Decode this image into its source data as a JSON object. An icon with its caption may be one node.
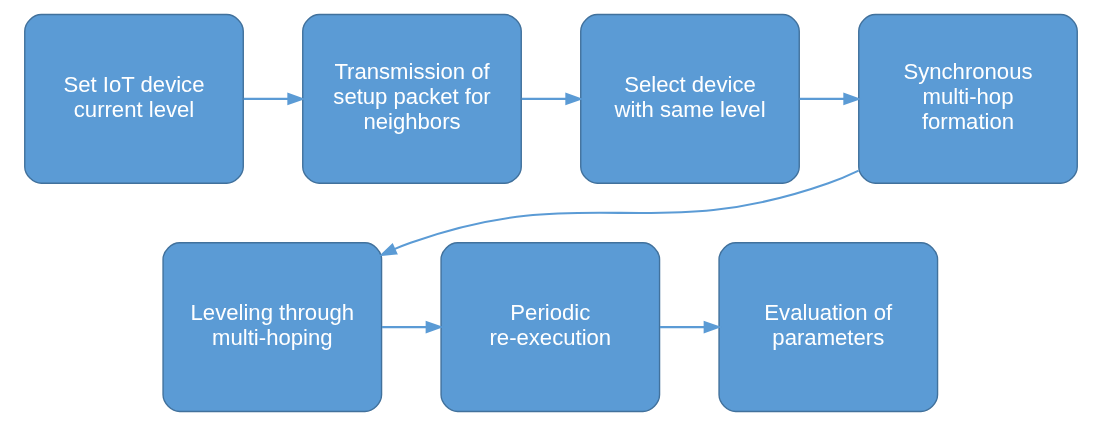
{
  "diagram": {
    "nodes": [
      {
        "text": [
          "Set IoT device current level"
        ]
      },
      {
        "text": [
          "Transmission of setup packet for neighbors"
        ]
      },
      {
        "text": [
          "Select device with same level"
        ]
      },
      {
        "text": [
          "Synchronous multi-hop formation"
        ]
      },
      {
        "text": [
          "Evaluation of parameters"
        ]
      },
      {
        "text": [
          "Periodic re-execution"
        ]
      },
      {
        "text": [
          "Leveling through multi-hoping"
        ]
      }
    ],
    "edges": [
      {
        "from": 0,
        "to": 1,
        "arrow": "to"
      },
      {
        "from": 1,
        "to": 2,
        "arrow": "to"
      },
      {
        "from": 2,
        "to": 3,
        "arrow": "to"
      },
      {
        "from": 3,
        "to": 6,
        "arrow": "to"
      },
      {
        "from": 6,
        "to": 5,
        "arrow": "to"
      },
      {
        "from": 5,
        "to": 4,
        "arrow": "to"
      }
    ]
  }
}
